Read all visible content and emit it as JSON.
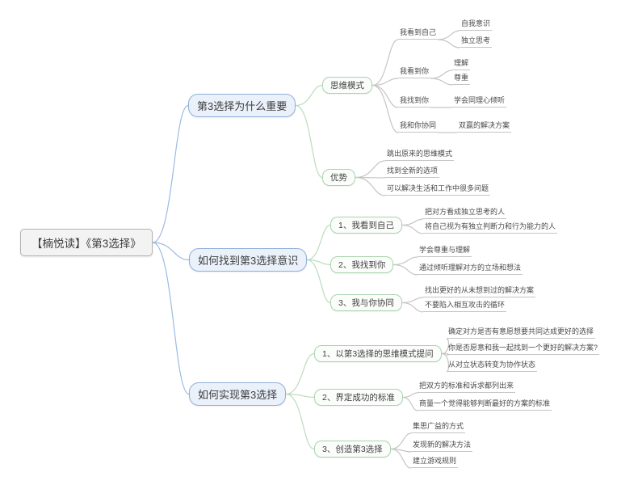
{
  "palette": {
    "background": "#ffffff",
    "root_fill": "#f3f3f3",
    "root_border": "#b3b3b3",
    "primary_fill": "#eaf1fa",
    "primary_border": "#8fb0d9",
    "primary_line": "#9cbbe2",
    "secondary_fill": "#fbfdfb",
    "secondary_border": "#a8d4ad",
    "secondary_line": "#bcdcbf",
    "leaf_line": "#c5c5c5",
    "text": "#3d3d3d"
  },
  "mindmap": {
    "root": {
      "id": "root",
      "label": "【楠悦读】《第3选择》",
      "children": [
        {
          "id": "b1",
          "label": "第3选择为什么重要",
          "children": [
            {
              "id": "b1s1",
              "label": "思维模式",
              "children": [
                {
                  "id": "b1s1a",
                  "label": "我看到自己",
                  "children": [
                    {
                      "id": "b1s1a1",
                      "label": "自我意识",
                      "children": []
                    },
                    {
                      "id": "b1s1a2",
                      "label": "独立思考",
                      "children": []
                    }
                  ]
                },
                {
                  "id": "b1s1b",
                  "label": "我看到你",
                  "children": [
                    {
                      "id": "b1s1b1",
                      "label": "理解",
                      "children": []
                    },
                    {
                      "id": "b1s1b2",
                      "label": "尊重",
                      "children": []
                    }
                  ]
                },
                {
                  "id": "b1s1c",
                  "label": "我找到你",
                  "children": [
                    {
                      "id": "b1s1c1",
                      "label": "学会同理心倾听",
                      "children": []
                    }
                  ]
                },
                {
                  "id": "b1s1d",
                  "label": "我和你协同",
                  "children": [
                    {
                      "id": "b1s1d1",
                      "label": "双赢的解决方案",
                      "children": []
                    }
                  ]
                }
              ]
            },
            {
              "id": "b1s2",
              "label": "优势",
              "children": [
                {
                  "id": "b1s2a",
                  "label": "跳出原来的思维模式",
                  "children": []
                },
                {
                  "id": "b1s2b",
                  "label": "找到全新的选项",
                  "children": []
                },
                {
                  "id": "b1s2c",
                  "label": "可以解决生活和工作中很多问题",
                  "children": []
                }
              ]
            }
          ]
        },
        {
          "id": "b2",
          "label": "如何找到第3选择意识",
          "children": [
            {
              "id": "b2s1",
              "label": "1、我看到自己",
              "children": [
                {
                  "id": "b2s1a",
                  "label": "把对方看成独立思考的人",
                  "children": []
                },
                {
                  "id": "b2s1b",
                  "label": "将自己视为有独立判断力和行为能力的人",
                  "children": []
                }
              ]
            },
            {
              "id": "b2s2",
              "label": "2、我找到你",
              "children": [
                {
                  "id": "b2s2a",
                  "label": "学会尊重与理解",
                  "children": []
                },
                {
                  "id": "b2s2b",
                  "label": "通过倾听理解对方的立场和想法",
                  "children": []
                }
              ]
            },
            {
              "id": "b2s3",
              "label": "3、我与你协同",
              "children": [
                {
                  "id": "b2s3a",
                  "label": "找出更好的从未想到过的解决方案",
                  "children": []
                },
                {
                  "id": "b2s3b",
                  "label": "不要陷入相互攻击的循环",
                  "children": []
                }
              ]
            }
          ]
        },
        {
          "id": "b3",
          "label": "如何实现第3选择",
          "children": [
            {
              "id": "b3s1",
              "label": "1、以第3选择的思维模式提问",
              "children": [
                {
                  "id": "b3s1a",
                  "label": "确定对方是否有意愿想要共同达成更好的选择",
                  "children": []
                },
                {
                  "id": "b3s1b",
                  "label": "你是否愿意和我一起找到一个更好的解决方案?",
                  "children": []
                },
                {
                  "id": "b3s1c",
                  "label": "从对立状态转变为协作状态",
                  "children": []
                }
              ]
            },
            {
              "id": "b3s2",
              "label": "2、界定成功的标准",
              "children": [
                {
                  "id": "b3s2a",
                  "label": "把双方的标准和诉求都列出来",
                  "children": []
                },
                {
                  "id": "b3s2b",
                  "label": "商量一个觉得能够判断最好的方案的标准",
                  "children": []
                }
              ]
            },
            {
              "id": "b3s3",
              "label": "3、创造第3选择",
              "children": [
                {
                  "id": "b3s3a",
                  "label": "集思广益的方式",
                  "children": []
                },
                {
                  "id": "b3s3b",
                  "label": "发现新的解决方法",
                  "children": []
                },
                {
                  "id": "b3s3c",
                  "label": "建立游戏规则",
                  "children": []
                }
              ]
            }
          ]
        }
      ]
    }
  }
}
